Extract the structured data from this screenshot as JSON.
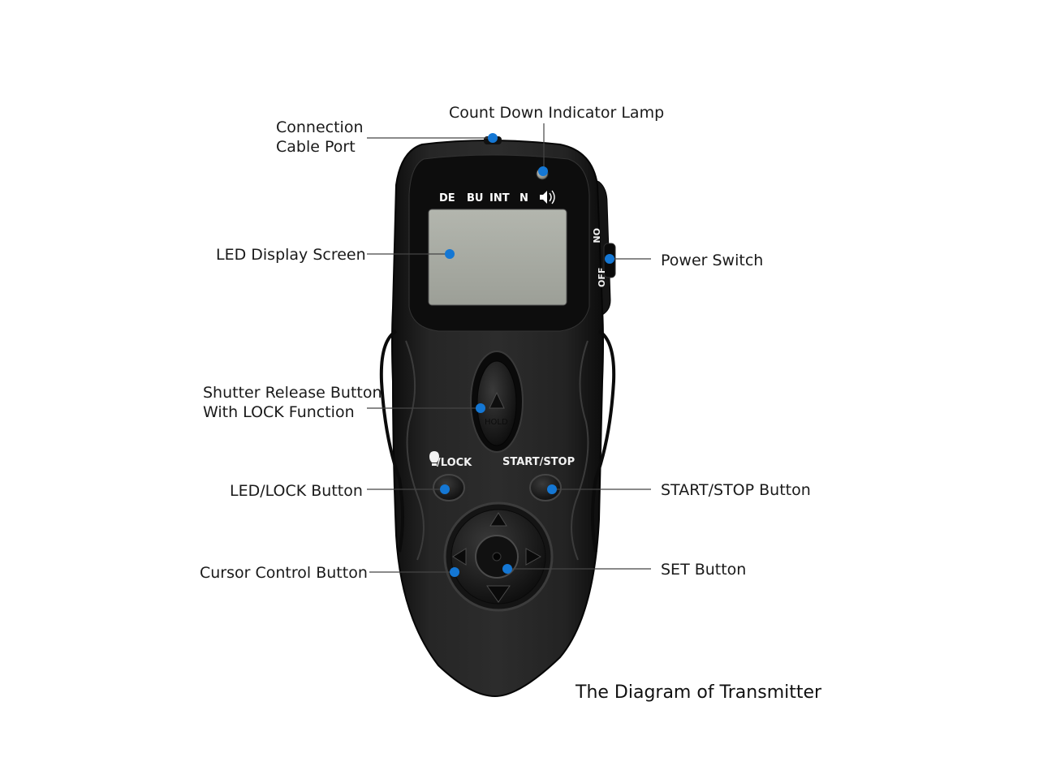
{
  "callouts": {
    "cable_port": [
      "Connection",
      "Cable Port"
    ],
    "indicator_lamp": "Count Down Indicator Lamp",
    "display_screen": "LED Display Screen",
    "power_switch": "Power Switch",
    "shutter_button": [
      "Shutter Release Button",
      "With LOCK Function"
    ],
    "led_lock_button": "LED/LOCK Button",
    "start_stop_button": "START/STOP Button",
    "cursor_control": "Cursor Control Button",
    "set_button": "SET Button"
  },
  "caption": "The Diagram of Transmitter",
  "device": {
    "lcd_indicators": [
      "DE",
      "BU",
      "INT",
      "N"
    ],
    "switch_on": "ON",
    "switch_off": "OFF",
    "shutter_engraving": "HOLD",
    "led_lock_label": "/LOCK",
    "start_stop_label": "START/STOP"
  },
  "colors": {
    "callout_dot": "#1477d4",
    "body": "#1b1b1b",
    "lcd": "#a8aba3",
    "background": "#ffffff"
  },
  "icons": [
    "speaker-icon",
    "bulb-icon",
    "arrow-up-icon",
    "arrow-down-icon",
    "arrow-left-icon",
    "arrow-right-icon"
  ]
}
